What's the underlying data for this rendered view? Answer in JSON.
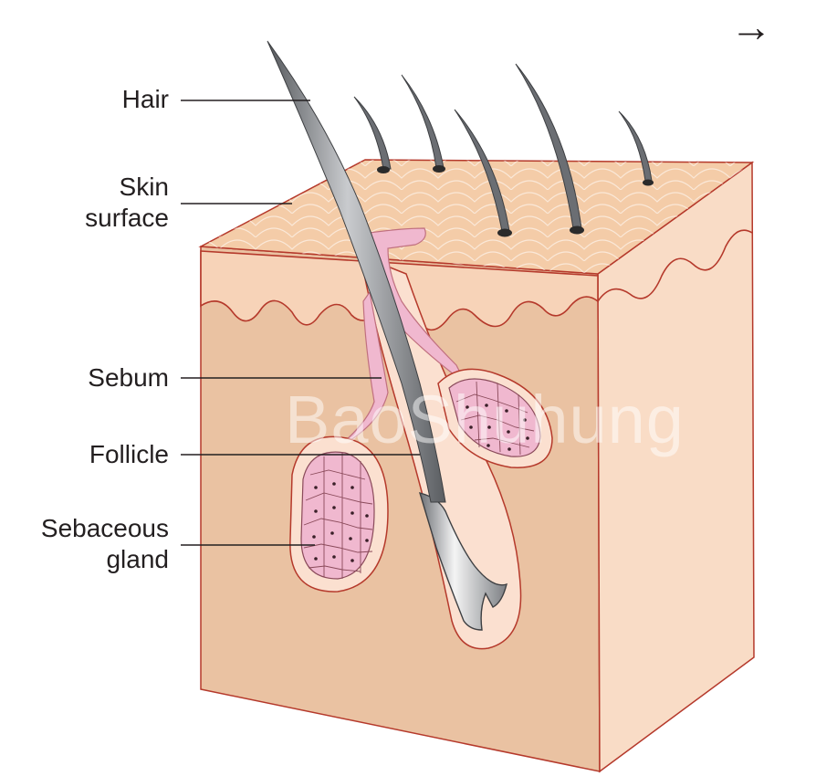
{
  "labels": {
    "hair": "Hair",
    "skin_surface_line1": "Skin",
    "skin_surface_line2": "surface",
    "sebum": "Sebum",
    "follicle": "Follicle",
    "sebaceous_gland_line1": "Sebaceous",
    "sebaceous_gland_line2": "gland"
  },
  "nav": {
    "arrow": "→"
  },
  "watermark": "BaoShuhung",
  "colors": {
    "skin_front": "#eac2a2",
    "skin_side": "#f9dcc6",
    "skin_top": "#f4cca8",
    "epidermis_line": "#b5392b",
    "gland": "#f0b8cf",
    "hair": "#6b6e73",
    "leader_line": "#231f20"
  }
}
